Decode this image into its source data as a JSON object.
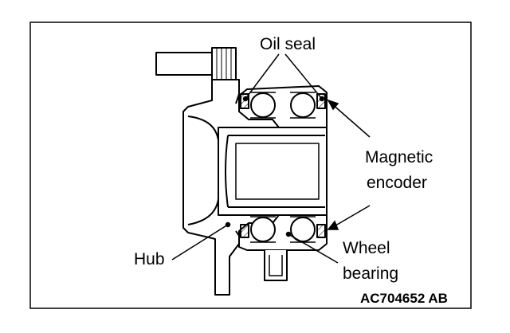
{
  "labels": {
    "oil_seal": "Oil seal",
    "magnetic": "Magnetic",
    "encoder": "encoder",
    "hub": "Hub",
    "wheel": "Wheel",
    "bearing": "bearing"
  },
  "figure_code": "AC704652 AB"
}
